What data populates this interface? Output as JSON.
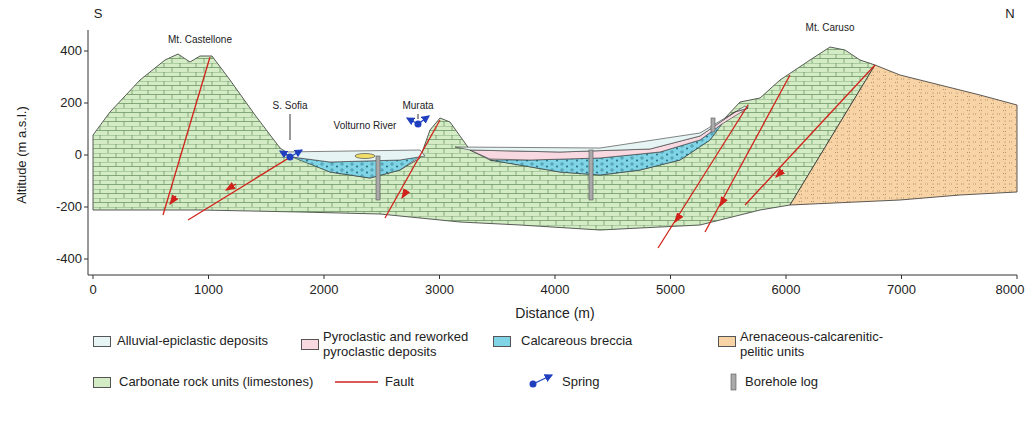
{
  "diagram": {
    "labels": [
      "S",
      "N",
      "Mt. Castellone",
      "S. Sofia",
      "Volturno River",
      "Murata",
      "Mt. Caruso",
      "400",
      "200",
      "0",
      "-200",
      "-400",
      "0",
      "1000",
      "2000",
      "3000",
      "4000",
      "5000",
      "6000",
      "7000",
      "8000",
      "Altitude (m a.s.l.)",
      "Distance (m)"
    ],
    "legend": [
      {
        "text": "Alluvial-epiclastic deposits",
        "color": "#e6f5f4"
      },
      {
        "text": "Pyroclastic and reworked pyroclastic deposits",
        "color": "#f8d9e2"
      },
      {
        "text": "Calcareous breccia",
        "color": "#7fd4e6"
      },
      {
        "text": "Arenaceous-calcarenitic-pelitic units",
        "color": "#f7d3a6"
      },
      {
        "text": "Carbonate rock units (limestones)",
        "color": "#d3ecc6"
      },
      {
        "text": "Fault"
      },
      {
        "text": "Spring"
      },
      {
        "text": "Borehole log"
      }
    ]
  }
}
